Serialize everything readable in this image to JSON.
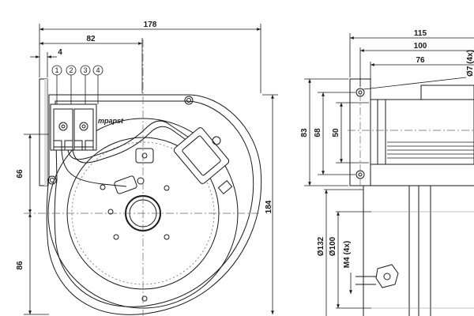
{
  "drawing": {
    "brand_label": "mpapst",
    "terminal_labels": [
      "1",
      "2",
      "3",
      "4"
    ],
    "front_view": {
      "dims": {
        "overall_width": "178",
        "terminal_offset": "82",
        "flange_thickness": "4",
        "upper_to_axis": "66",
        "lower_to_axis": "86",
        "overall_height": "184"
      }
    },
    "side_view": {
      "dims": {
        "overall_depth": "115",
        "depth_100": "100",
        "hole_spacing_76": "76",
        "hole_dia": "Ø7 (4x)",
        "height_83": "83",
        "height_68": "68",
        "hole_spacing_50": "50",
        "outer_dia": "Ø132",
        "inner_dia": "Ø100",
        "thread": "M4 (4x)"
      }
    }
  }
}
